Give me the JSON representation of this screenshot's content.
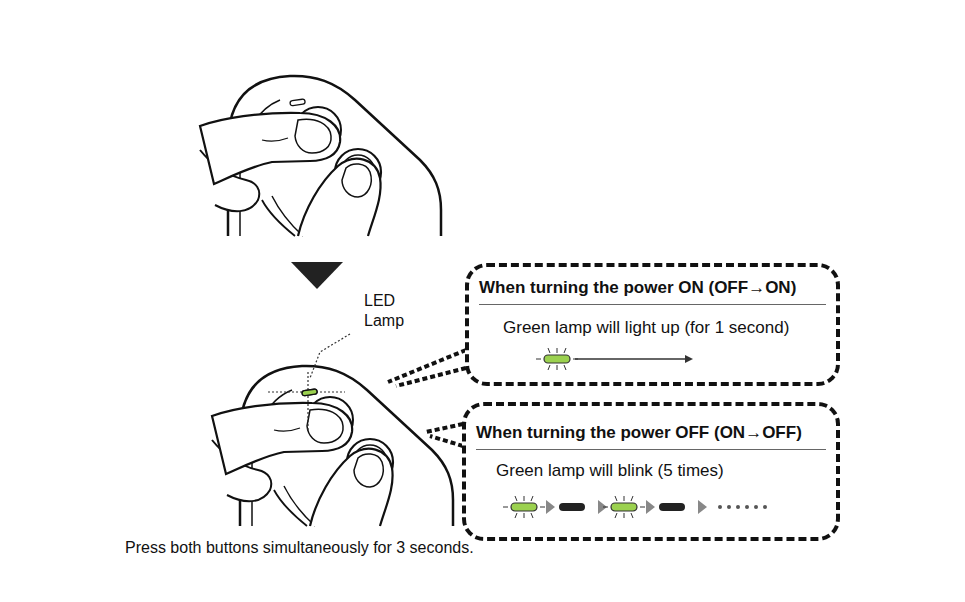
{
  "diagram": {
    "caption": "Press both buttons simultaneously for 3 seconds.",
    "nodes": [
      {
        "text": [
          "When turning the power ON (OFF→ON)",
          "Green lamp will light up (for 1 second)"
        ]
      },
      {
        "text": [
          "When turning the power OFF (ON→OFF)",
          "Green lamp will blink (5 times)"
        ]
      }
    ],
    "labels": [
      "LED Lamp"
    ]
  }
}
